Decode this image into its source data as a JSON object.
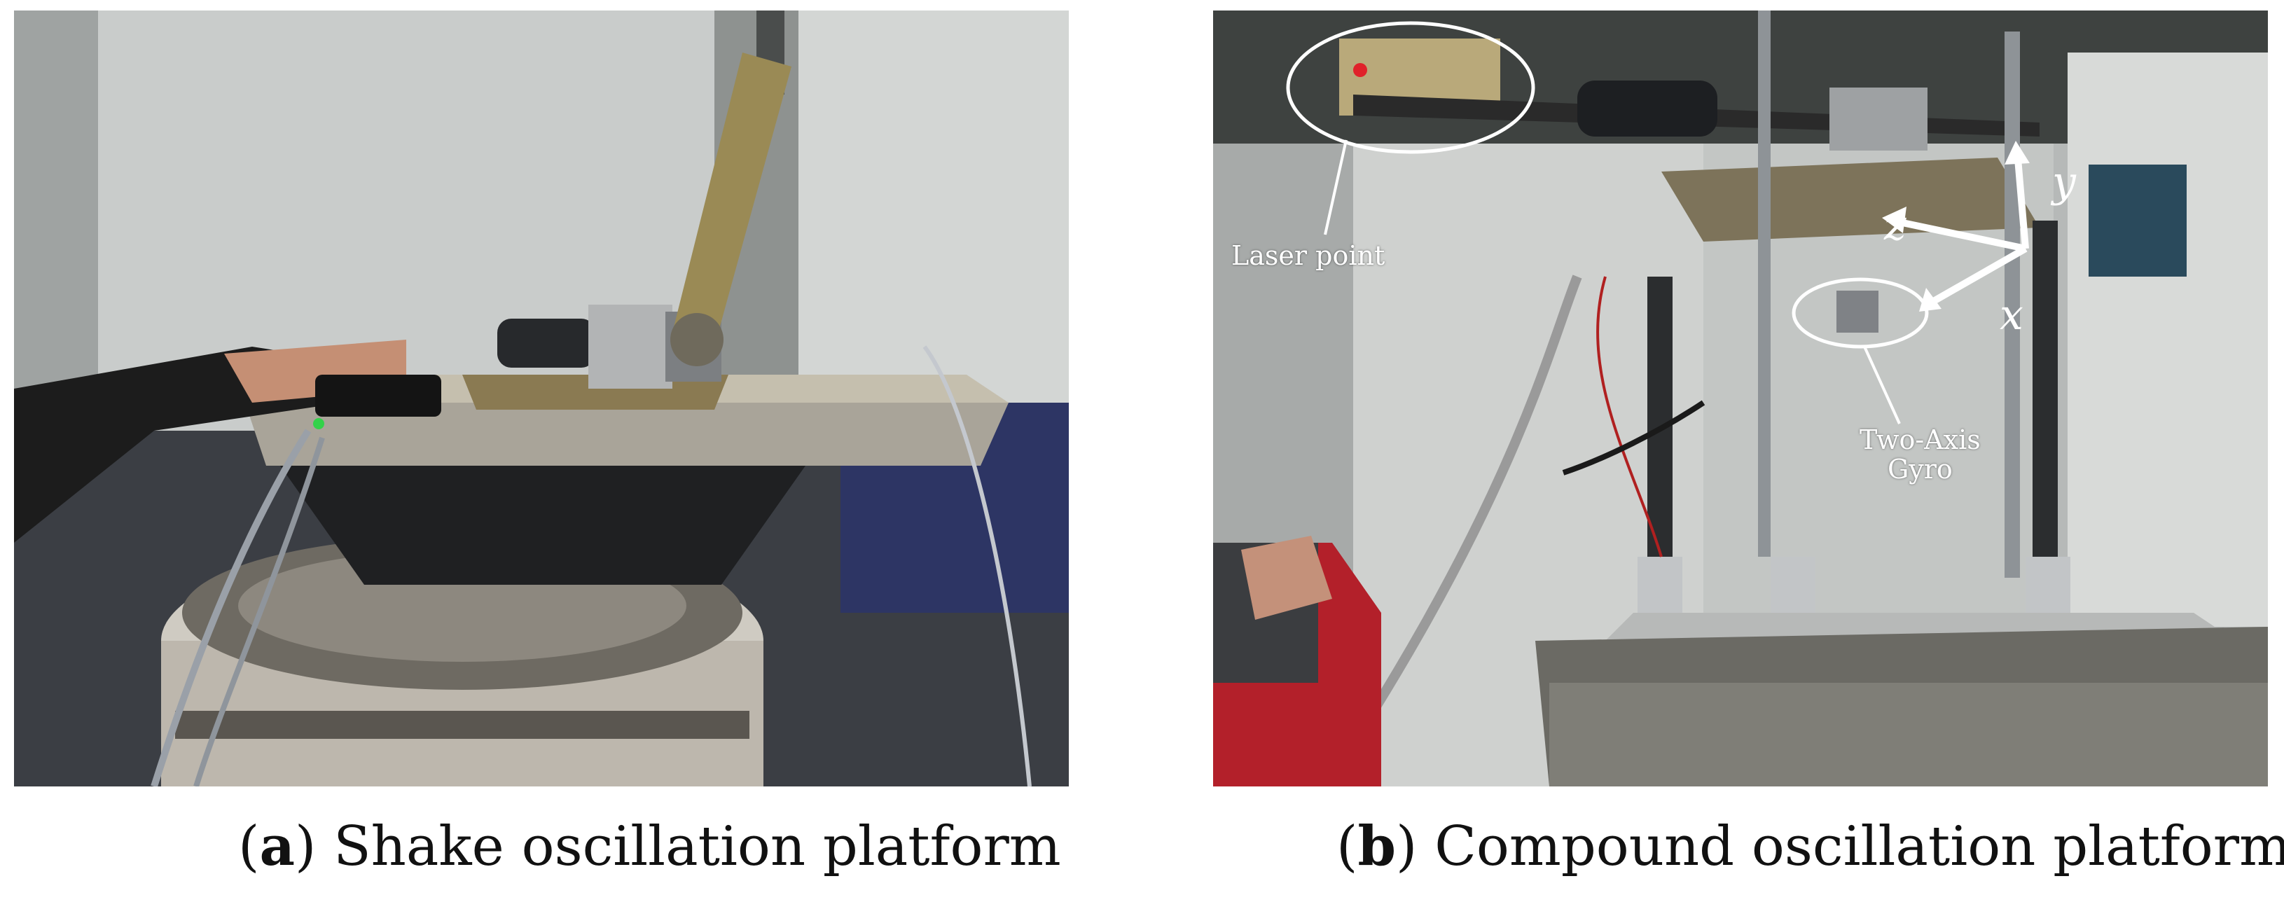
{
  "figure": {
    "panel_a": {
      "caption_letter": "a",
      "caption_text": "Shake oscillation platform"
    },
    "panel_b": {
      "caption_letter": "b",
      "caption_text": "Compound oscillation platform",
      "annotations": {
        "laser_label": "Laser point",
        "gyro_label_line1": "Two-Axis",
        "gyro_label_line2": "Gyro",
        "axis_x": "x",
        "axis_y": "y",
        "axis_z": "z"
      }
    }
  }
}
